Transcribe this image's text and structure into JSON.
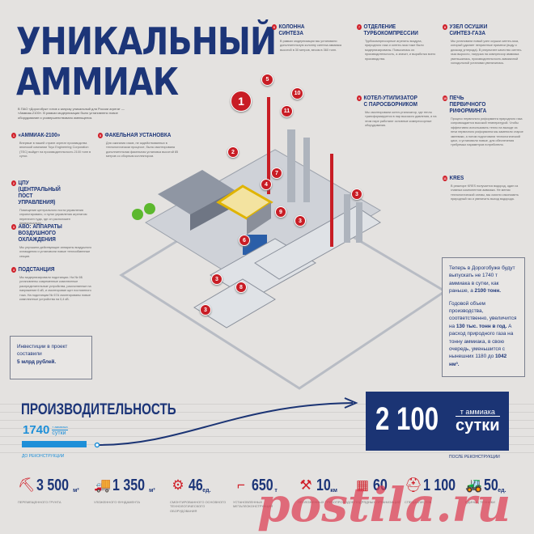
{
  "title": {
    "line1": "УНИКАЛЬНЫЙ",
    "line2": "АММИАК"
  },
  "intro": "В ПАО «Дорогобуж» готов к запуску уникальный для России агрегат — «Аммиак-2100». В рамках модернизации было установлено новое оборудование и усовершенствовано имеющееся.",
  "sections": [
    {
      "num": "1",
      "title": "«АММИАК-2100»",
      "text": "Впервые в нашей стране агрегат производства японской компании Toyo Engineering Corporation (TEC) выйдет на производительность 2100 тонн в сутки."
    },
    {
      "num": "2",
      "title": "ЦПУ (ЦЕНТРАЛЬНЫЙ ПОСТ УПРАВЛЕНИЯ)",
      "text": "Помещение центрального поста управления спроектировано, и пульт управления агрегатом перенесен туда, где он расположен первоначально."
    },
    {
      "num": "3",
      "title": "АВО: АППАРАТЫ ВОЗДУШНОГО ОХЛАЖДЕНИЯ",
      "text": "Мы улучшили действующие аппараты воздушного охлаждения и установили новые теплообменные секции."
    },
    {
      "num": "4",
      "title": "ПОДСТАНЦИЯ",
      "text": "Мы модернизировали подстанции. На № 6Б установлены современные комплектные распределительные устройства, рассчитанные на напряжение 6 кВ, и смонтирован щит постоянного тока. На подстанции № 67А смонтированы новые комплектные устройства на 0,4 кВ."
    },
    {
      "num": "5",
      "title": "ФАКЕЛЬНАЯ УСТАНОВКА",
      "text": "Для сжигания газов, не задействованных в технологическом процессе, была смонтирована дополнительная факельная установка высотой 85 метров со сборным коллектором."
    },
    {
      "num": "6",
      "title": "КОЛОННА СИНТЕЗА",
      "text": "В рамках модернизации мы установили дополнительную колонну синтеза аммиака высотой в 30 метров, весом в 360 тонн."
    },
    {
      "num": "7",
      "title": "ОТДЕЛЕНИЕ ТУРБОКОМПРЕССИИ",
      "text": "Турбокомпрессорные агрегаты воздуха, природного газа и синтез-газа тоже были модернизированы. Повысилась их производительность, а значит, и выработка всего производства."
    },
    {
      "num": "8",
      "title": "УЗЕЛ ОСУШКИ СИНТЕЗ-ГАЗА",
      "text": "Мы установили новый узел осушки синтез-газа, который удаляет неприятные примеси (воду и диоксид углерода). В результате качество синтез-газа выросло, нагрузка на компрессор аммиака уменьшилась, производительность аммиачной холодильной установки увеличилась."
    },
    {
      "num": "9",
      "title": "КОТЕЛ-УТИЛИЗАТОР С ПАРОСБОРНИКОМ",
      "text": "Мы смонтировали котел-утилизатор, где тепло трансформируется в пар высокого давления, и на этом паре работают основные компрессорные оборудования."
    },
    {
      "num": "10",
      "title": "ПЕЧЬ ПЕРВИЧНОГО РИФОРМИНГА",
      "text": "Процесс первичного риформинга природного газа сопровождается высокой температурой. Чтобы эффективно использовать тепло на выходе из печи первичного риформинга мы заменили старое змеевики, а потом подготовили технологический цикл, и установили новые, для обеспечения требуемых параметров потребителя."
    },
    {
      "num": "11",
      "title": "KRES",
      "text": "В реакторе KRES получается водород, один из главных компонентов аммиака. Не меняя технологической схемы, мы смогли сэкономить природный газ и увеличить выход водорода."
    }
  ],
  "investment": {
    "text": "Инвестиции в проект составили",
    "value": "5 млрд рублей."
  },
  "summary": {
    "p1": "Теперь в Дорогобуже будут выпускать не 1740 т аммиака в сутки, как раньше, а",
    "p1_bold": "2100 тонн.",
    "p2": "Годовой объем производства, соответственно, увеличится на",
    "p2_bold": "130 тыс. тонн в год.",
    "p2b": "А расход природного газа на тонну аммиака, в свою очередь, уменьшится с нынешних 1180 до",
    "p2_bold2": "1042 нм³."
  },
  "productivity": {
    "title": "ПРОИЗВОДИТЕЛЬНОСТЬ",
    "before_value": "1740",
    "before_unit_top": "т аммиака",
    "before_unit_bottom": "сутки",
    "before_label": "ДО РЕКОНСТРУКЦИИ",
    "after_value": "2 100",
    "after_unit_top": "т аммиака",
    "after_unit_bottom": "сутки",
    "after_label": "ПОСЛЕ РЕКОНСТРУКЦИИ"
  },
  "stats": [
    {
      "icon": "excavator-icon",
      "glyph": "⛏",
      "value": "3 500",
      "unit": "м³",
      "label": "перемещенного грунта"
    },
    {
      "icon": "concrete-mixer-icon",
      "glyph": "🚚",
      "value": "1 350",
      "unit": "м³",
      "label": "уложенного фундамента"
    },
    {
      "icon": "gear-icon",
      "glyph": "⚙",
      "value": "46",
      "unit": "ед.",
      "label": "смонтированного основного технологического оборудования"
    },
    {
      "icon": "beam-icon",
      "glyph": "⌐",
      "value": "650",
      "unit": "т",
      "label": "установленных металлоконструкций"
    },
    {
      "icon": "pipe-valve-icon",
      "glyph": "⚒",
      "value": "10",
      "unit": "км",
      "label": "проложенных трубопроводов"
    },
    {
      "icon": "building-icon",
      "glyph": "▦",
      "value": "60",
      "unit": "",
      "label": "подрядных организаций"
    },
    {
      "icon": "hard-hat-icon",
      "glyph": "⛑",
      "value": "1 100",
      "unit": "",
      "label": "специалистов"
    },
    {
      "icon": "bulldozer-icon",
      "glyph": "🚜",
      "value": "50",
      "unit": "ед.",
      "label": "единиц техники"
    }
  ],
  "markers": [
    "1",
    "5",
    "10",
    "11",
    "2",
    "7",
    "4",
    "9",
    "3",
    "6",
    "3",
    "8",
    "3",
    "3"
  ],
  "watermark": "postila.ru",
  "colors": {
    "navy": "#1b3474",
    "red": "#c81d25",
    "light_blue": "#1e8fd8",
    "background": "#e4e2e0"
  }
}
